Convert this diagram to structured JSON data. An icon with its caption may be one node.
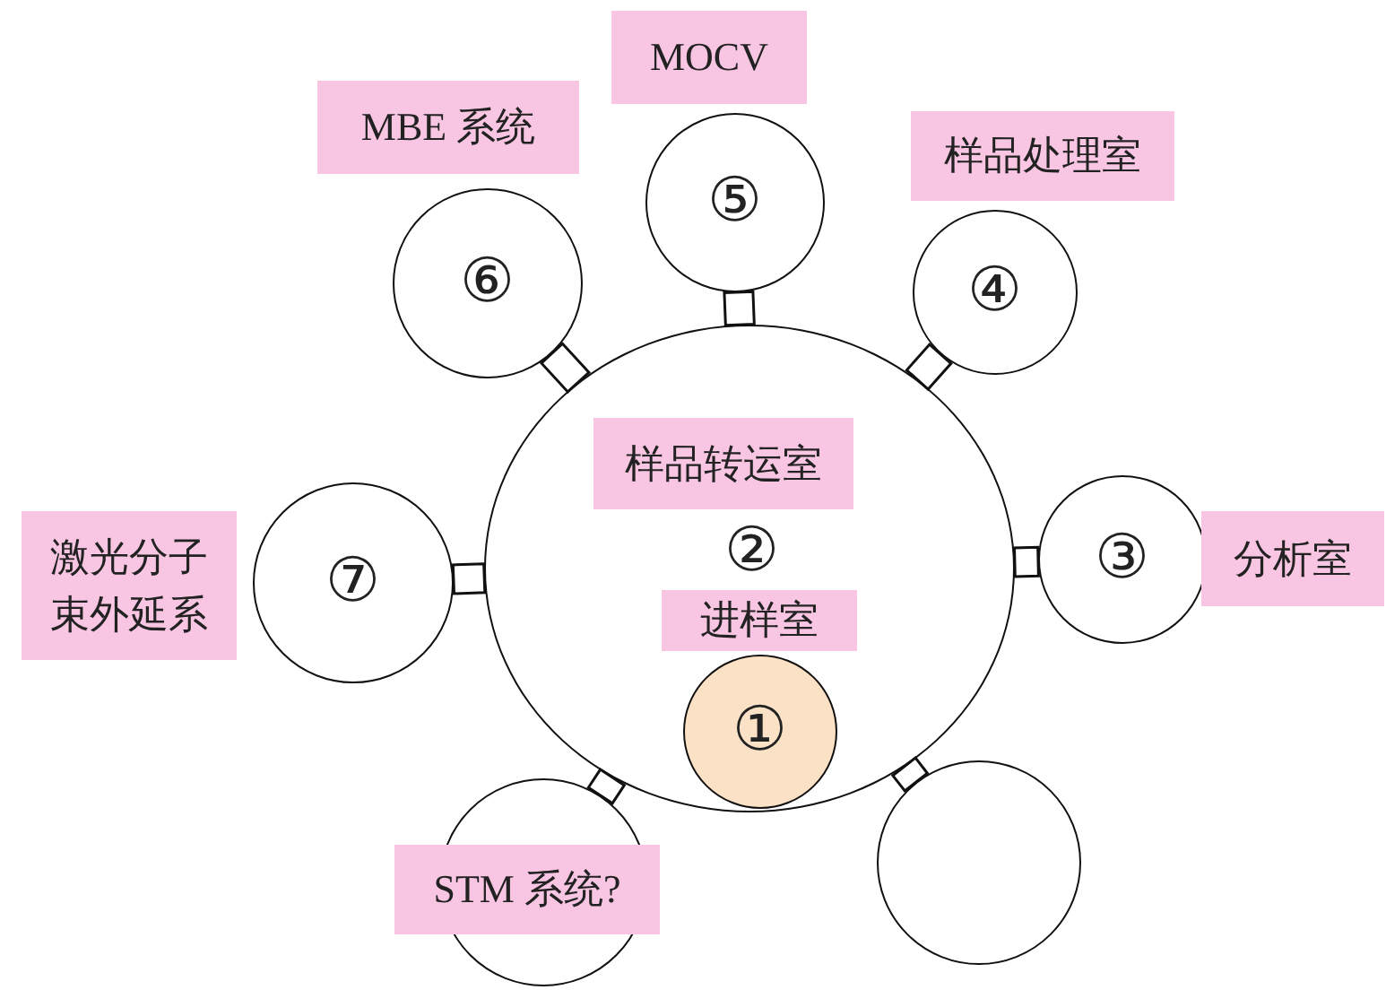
{
  "diagram": {
    "nodes": [
      {
        "text": [
          "②"
        ]
      },
      {
        "text": [
          "样品转运室"
        ],
        "in": 0
      },
      {
        "text": [
          "①"
        ],
        "in": 0
      },
      {
        "text": [
          "进样室"
        ],
        "in": 0
      },
      {
        "text": [
          "③"
        ]
      },
      {
        "text": [
          "分析室"
        ]
      },
      {
        "text": [
          "④"
        ]
      },
      {
        "text": [
          "样品处理室"
        ]
      },
      {
        "text": [
          "⑤"
        ]
      },
      {
        "text": [
          "MOCV"
        ]
      },
      {
        "text": [
          "⑥"
        ]
      },
      {
        "text": [
          "MBE 系统"
        ]
      },
      {
        "text": [
          "⑦"
        ]
      },
      {
        "text": [
          "激光分子束外延系"
        ]
      },
      {
        "text": [],
        "shape": "circle"
      },
      {
        "text": [
          "STM 系统?"
        ]
      },
      {
        "text": [],
        "shape": "circle"
      }
    ],
    "edges": [
      {
        "from": 0,
        "to": 4,
        "arrow": "none"
      },
      {
        "from": 0,
        "to": 6,
        "arrow": "none"
      },
      {
        "from": 0,
        "to": 8,
        "arrow": "none"
      },
      {
        "from": 0,
        "to": 10,
        "arrow": "none"
      },
      {
        "from": 0,
        "to": 12,
        "arrow": "none"
      },
      {
        "from": 0,
        "to": 14,
        "arrow": "none"
      },
      {
        "from": 0,
        "to": 16,
        "arrow": "none"
      }
    ]
  }
}
